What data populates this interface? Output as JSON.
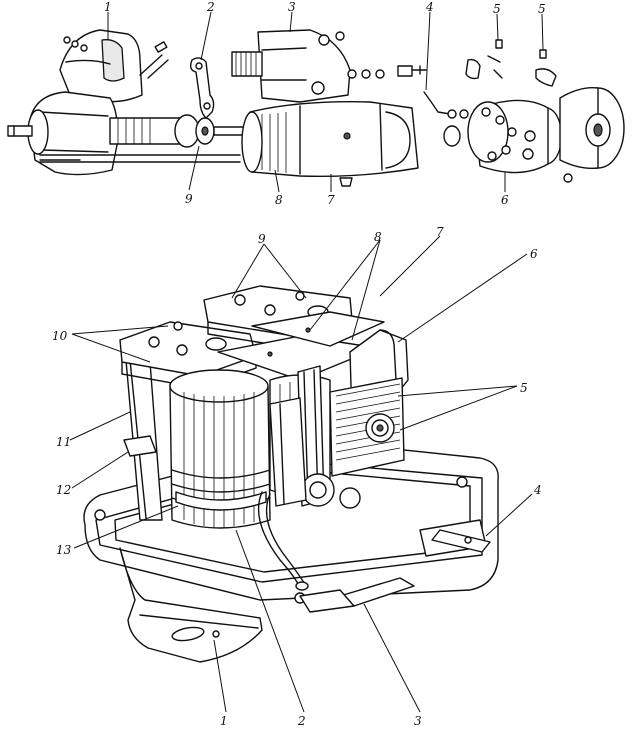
{
  "top_figure": {
    "callouts": [
      "1",
      "2",
      "3",
      "4",
      "5",
      "5",
      "9",
      "8",
      "7",
      "6"
    ]
  },
  "bottom_figure": {
    "callouts": [
      "9",
      "8",
      "7",
      "6",
      "10",
      "5",
      "11",
      "12",
      "4",
      "13",
      "1",
      "2",
      "3"
    ]
  }
}
